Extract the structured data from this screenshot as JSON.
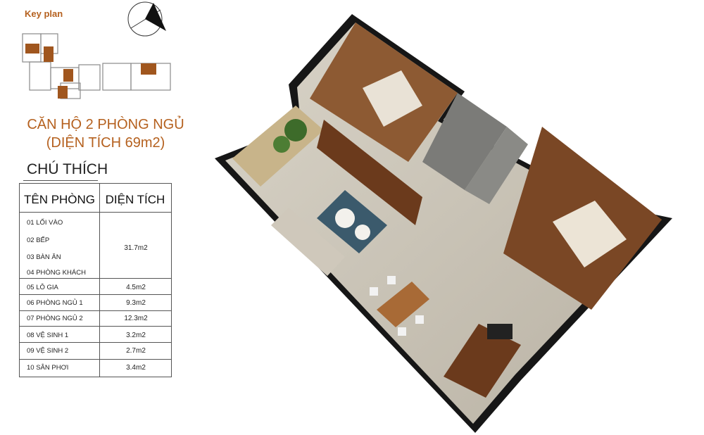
{
  "key_plan_label": "Key plan",
  "title_line1": "CĂN HỘ 2 PHÒNG NGỦ",
  "title_line2": "(DIỆN TÍCH 69m2)",
  "legend_heading": "CHÚ THÍCH",
  "table": {
    "col_room": "TÊN PHÒNG",
    "col_area": "DIỆN TÍCH",
    "rows": [
      {
        "label": "01  LỐI VÀO"
      },
      {
        "label": "02  BẾP"
      },
      {
        "label": "03  BÀN ĂN"
      },
      {
        "label": "04  PHÒNG KHÁCH"
      },
      {
        "label": "05  LÔ GIA",
        "area": "4.5m2"
      },
      {
        "label": "06  PHÒNG NGỦ 1",
        "area": "9.3m2"
      },
      {
        "label": "07  PHÒNG NGỦ 2",
        "area": "12.3m2"
      },
      {
        "label": "08  VỆ SINH 1",
        "area": "3.2m2"
      },
      {
        "label": "09  VỆ SINH 2",
        "area": "2.7m2"
      },
      {
        "label": "10  SÂN PHƠI",
        "area": "3.4m2"
      }
    ],
    "group_area": "31.7m2"
  },
  "colors": {
    "accent": "#b5611f",
    "key_highlight": "#a0561e",
    "wall": "#111111",
    "wood": "#6b3a1c"
  }
}
